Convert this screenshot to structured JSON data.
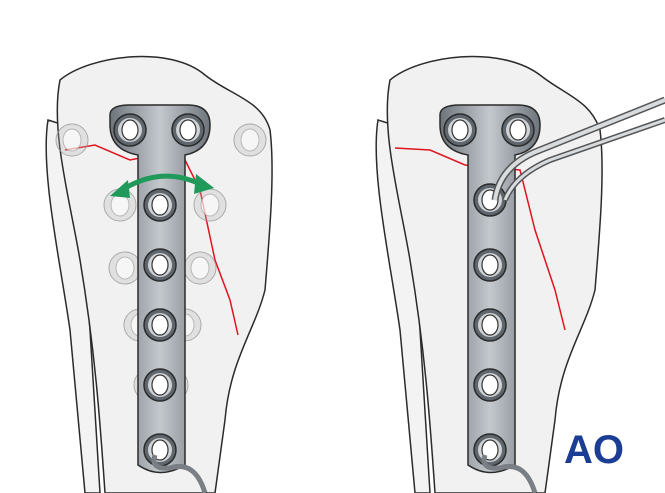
{
  "logo": {
    "text": "AO",
    "color": "#1b3d93"
  },
  "colors": {
    "bone_fill": "#f1f1f1",
    "bone_outline": "#2b2b2b",
    "plate": "#8c9399",
    "fracture_line": "#e0141e",
    "arrow": "#1f9a5a"
  },
  "panels": [
    {
      "name": "left",
      "icons": [
        "bone",
        "plate",
        "ghost-plates",
        "double-arrow",
        "drill-guide-wire"
      ]
    },
    {
      "name": "right",
      "icons": [
        "bone",
        "plate",
        "forceps",
        "drill-guide-wire"
      ]
    }
  ]
}
